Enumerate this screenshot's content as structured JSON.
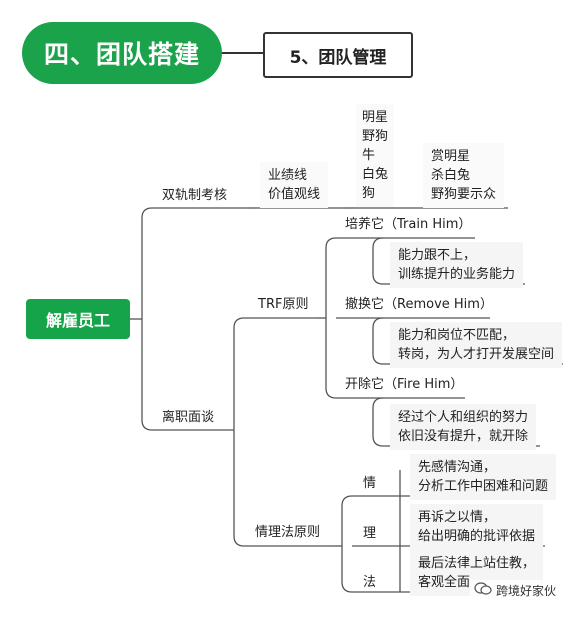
{
  "header": {
    "section_title": "四、团队搭建",
    "subsection_title": "5、团队管理"
  },
  "root": {
    "label": "解雇员工"
  },
  "branch_dual": {
    "label": "双轨制考核",
    "sub_lines": [
      "业绩线",
      "价值观线"
    ],
    "categories": [
      "明星",
      "野狗",
      "牛",
      "白兔",
      "狗"
    ],
    "actions": [
      "赏明星",
      "杀白兔",
      "野狗要示众"
    ]
  },
  "branch_interview": {
    "label": "离职面谈",
    "trf": {
      "label": "TRF原则",
      "items": [
        {
          "label": "培养它（Train Him）",
          "notes": [
            "能力跟不上，",
            "训练提升的业务能力"
          ]
        },
        {
          "label": "撤换它（Remove Him）",
          "notes": [
            "能力和岗位不匹配，",
            "转岗，为人才打开发展空间"
          ]
        },
        {
          "label": "开除它（Fire Him）",
          "notes": [
            "经过个人和组织的努力",
            "依旧没有提升，就开除"
          ]
        }
      ]
    },
    "qingli": {
      "label": "情理法原则",
      "items": [
        {
          "label": "情",
          "notes": [
            "先感情沟通，",
            "分析工作中困难和问题"
          ]
        },
        {
          "label": "理",
          "notes": [
            "再诉之以情，",
            "给出明确的批评依据"
          ]
        },
        {
          "label": "法",
          "notes": [
            "最后法律上站住教，",
            "客观全面"
          ]
        }
      ]
    }
  },
  "watermark": {
    "text": "跨境好家伙",
    "icon": "chat-bubble-icon"
  },
  "colors": {
    "green": "#1aa34a",
    "line": "#555555",
    "box": "#f5f5f5"
  }
}
